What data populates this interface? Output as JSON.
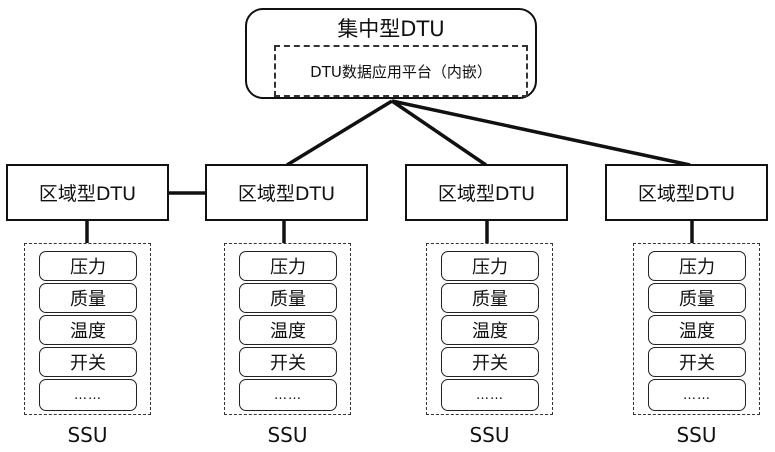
{
  "diagram": {
    "central": {
      "title": "集中型DTU",
      "platform": "DTU数据应用平台（内嵌）"
    },
    "regional_nodes": [
      {
        "label": "区域型DTU",
        "ssu": {
          "items": [
            "压力",
            "质量",
            "温度",
            "开关",
            "……"
          ],
          "label": "SSU"
        }
      },
      {
        "label": "区域型DTU",
        "ssu": {
          "items": [
            "压力",
            "质量",
            "温度",
            "开关",
            "……"
          ],
          "label": "SSU"
        }
      },
      {
        "label": "区域型DTU",
        "ssu": {
          "items": [
            "压力",
            "质量",
            "温度",
            "开关",
            "……"
          ],
          "label": "SSU"
        }
      },
      {
        "label": "区域型DTU",
        "ssu": {
          "items": [
            "压力",
            "质量",
            "温度",
            "开关",
            "……"
          ],
          "label": "SSU"
        }
      }
    ],
    "connections": [
      {
        "from": "central",
        "to": "regional_nodes.1"
      },
      {
        "from": "central",
        "to": "regional_nodes.2"
      },
      {
        "from": "central",
        "to": "regional_nodes.3"
      },
      {
        "from": "regional_nodes.0",
        "to": "regional_nodes.1"
      }
    ]
  }
}
